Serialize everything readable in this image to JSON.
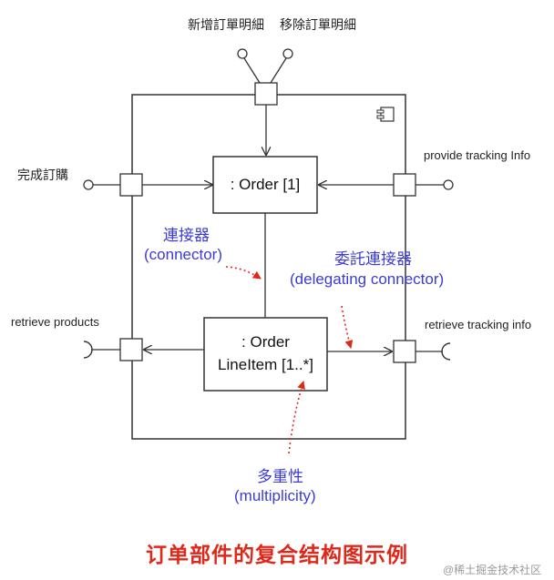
{
  "ports": {
    "top_left_label": "新增訂單明細",
    "top_right_label": "移除訂單明細",
    "left_label": "完成訂購",
    "right_top_label": "provide tracking Info",
    "left_bottom_label": "retrieve products",
    "right_bottom_label": "retrieve tracking info"
  },
  "parts": {
    "order": ": Order [1]",
    "lineitem_line1": ": Order",
    "lineitem_line2": "LineItem [1..*]"
  },
  "annotations": {
    "connector_zh": "連接器",
    "connector_en": "(connector)",
    "delegating_zh": "委託連接器",
    "delegating_en": "(delegating connector)",
    "multiplicity_zh": "多重性",
    "multiplicity_en": "(multiplicity)"
  },
  "caption": "订单部件的复合结构图示例",
  "watermark": "@稀土掘金技术社区",
  "colors": {
    "line": "#333333",
    "annotation_text": "#3b3bd6",
    "annotation_arrow": "#e0271a",
    "caption": "#e0271a"
  }
}
